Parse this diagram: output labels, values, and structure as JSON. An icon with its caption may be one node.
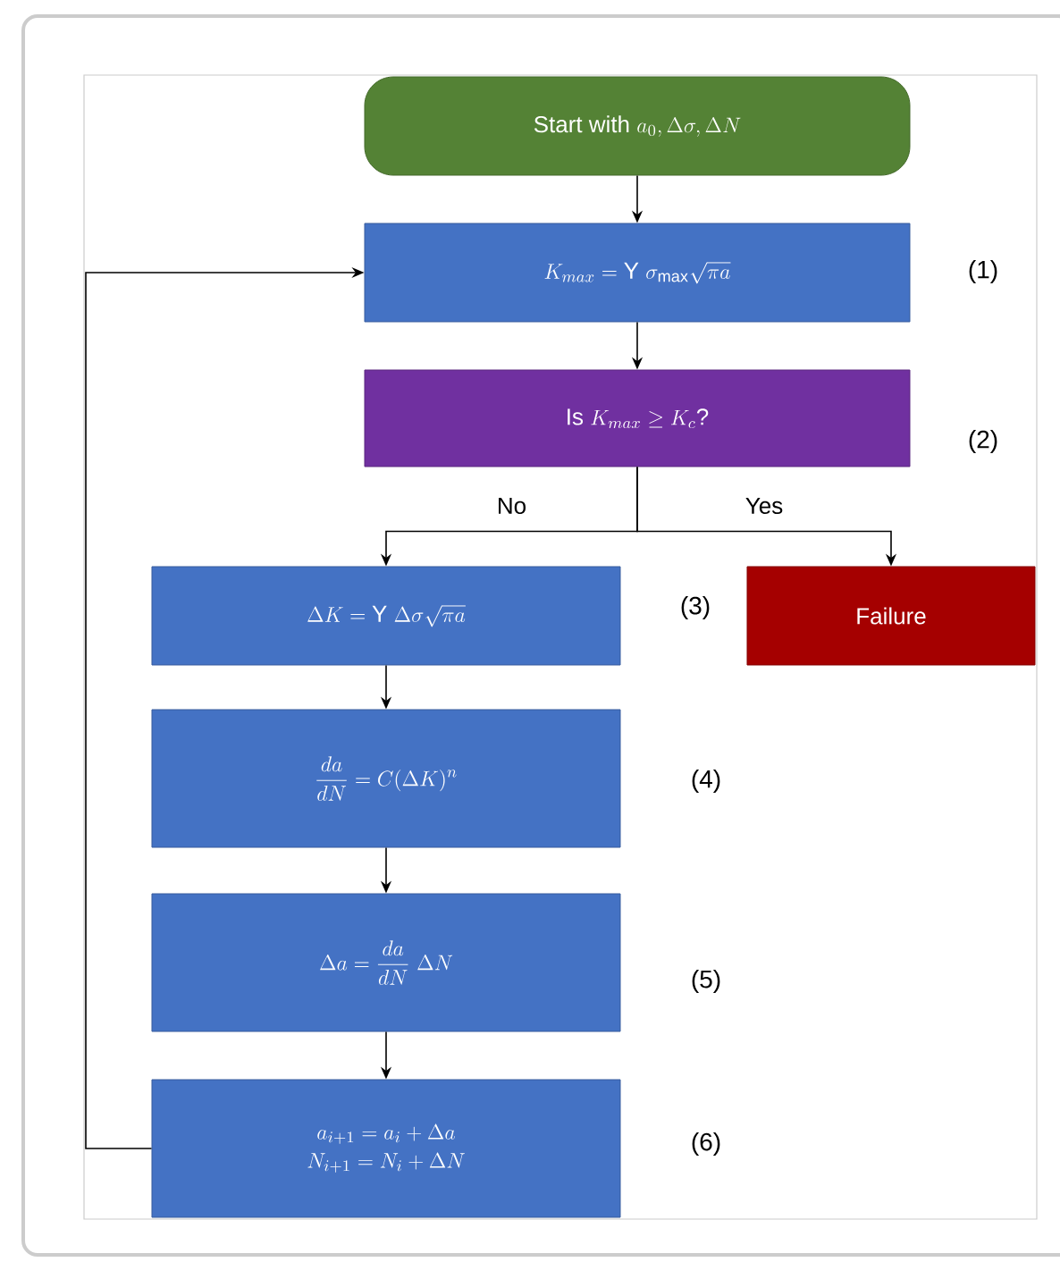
{
  "diagram": {
    "nodes": [
      {
        "text": [
          "\\text{Start with } a_0, \\Delta\\sigma, \\Delta N"
        ]
      },
      {
        "text": [
          "K_{max} = \\mathrm{Y}\\ \\sigma_{\\max} \\sqrt{\\pi a}"
        ],
        "beside": [
          "(1)"
        ]
      },
      {
        "text": [
          "\\text{Is } K_{max} \\geq K_c\\text{?}"
        ],
        "beside": [
          "(2)"
        ]
      },
      {
        "text": [
          "\\Delta K = \\mathrm{Y}\\ \\Delta\\sigma \\sqrt{\\pi a}"
        ],
        "beside": [
          "(3)"
        ]
      },
      {
        "text": [
          "Failure"
        ]
      },
      {
        "text": [
          "\\frac{da}{dN} = C(\\Delta K)^n"
        ],
        "beside": [
          "(4)"
        ]
      },
      {
        "text": [
          "\\Delta a = \\frac{da}{dN}\\ \\Delta N"
        ],
        "beside": [
          "(5)"
        ]
      },
      {
        "text": [
          "a_{i+1} = a_i + \\Delta a",
          "N_{i+1} = N_i + \\Delta N"
        ],
        "beside": [
          "(6)"
        ]
      }
    ],
    "edges": [
      {
        "from": 0,
        "to": 1,
        "arrow": "to"
      },
      {
        "from": 1,
        "to": 2,
        "arrow": "to"
      },
      {
        "from": 2,
        "to": 3,
        "arrow": "to",
        "label": "No"
      },
      {
        "from": 2,
        "to": 4,
        "arrow": "to",
        "label": "Yes"
      },
      {
        "from": 3,
        "to": 5,
        "arrow": "to"
      },
      {
        "from": 5,
        "to": 6,
        "arrow": "to"
      },
      {
        "from": 6,
        "to": 7,
        "arrow": "to"
      },
      {
        "from": 7,
        "to": 1,
        "arrow": "to"
      }
    ]
  }
}
